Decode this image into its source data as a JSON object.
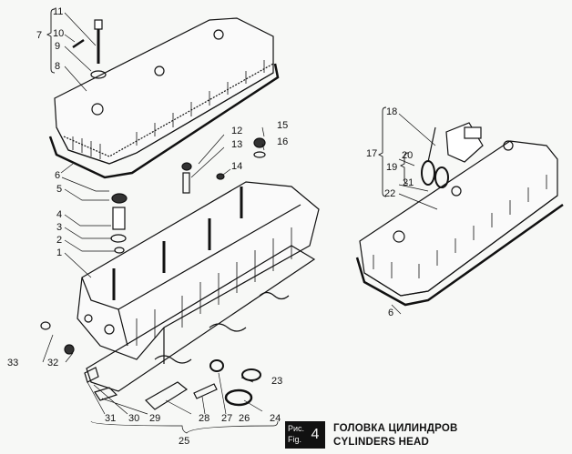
{
  "figure": {
    "fig_label_ru": "Рис.",
    "fig_label_en": "Fig.",
    "fig_number": "4",
    "title_ru": "ГОЛОВКА ЦИЛИНДРОВ",
    "title_en": "CYLINDERS HEAD"
  },
  "callouts": {
    "c1": "1",
    "c2": "2",
    "c3": "3",
    "c4": "4",
    "c5": "5",
    "c6a": "6",
    "c6b": "6",
    "c7": "7",
    "c8": "8",
    "c9": "9",
    "c10": "10",
    "c11": "11",
    "c12": "12",
    "c13": "13",
    "c14": "14",
    "c15": "15",
    "c16": "16",
    "c17": "17",
    "c18": "18",
    "c19": "19",
    "c20": "20",
    "c21": "21",
    "c22": "22",
    "c23": "23",
    "c24": "24",
    "c25": "25",
    "c26": "26",
    "c27": "27",
    "c28": "28",
    "c29": "29",
    "c30": "30",
    "c31": "31",
    "c32": "32",
    "c33": "33"
  },
  "colors": {
    "ink": "#111111",
    "paper": "#f7f8f6"
  }
}
